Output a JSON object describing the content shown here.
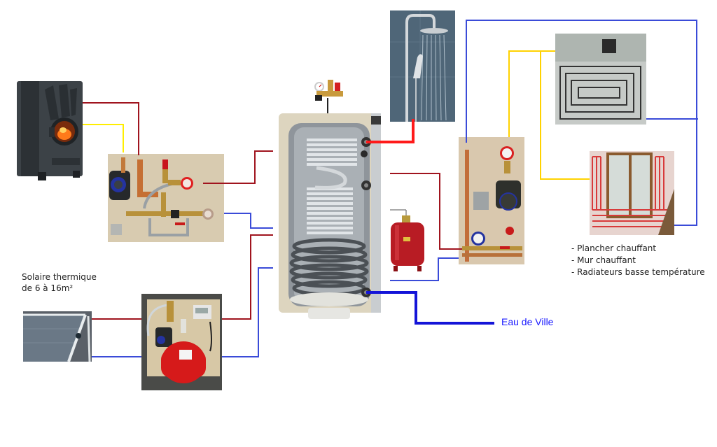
{
  "labels": {
    "solar": [
      "Solaire thermique",
      "de 6 à 16m²"
    ],
    "eau_de_ville": "Eau de Ville",
    "emitters": [
      "Plancher chauffant",
      "Mur chauffant",
      "Radiateurs basse température"
    ]
  },
  "components": [
    {
      "id": "wood-stove",
      "name": "Poêle bouilleur"
    },
    {
      "id": "stove-hydraulic-kit",
      "name": "Kit hydraulique poêle"
    },
    {
      "id": "solar-panel",
      "name": "Capteur solaire"
    },
    {
      "id": "solar-station",
      "name": "Station solaire avec vase d'expansion"
    },
    {
      "id": "storage-tank",
      "name": "Ballon de stockage"
    },
    {
      "id": "safety-group",
      "name": "Groupe de sécurité"
    },
    {
      "id": "shower",
      "name": "Douche"
    },
    {
      "id": "expansion-vessel",
      "name": "Vase d'expansion"
    },
    {
      "id": "heating-circuit-kit",
      "name": "Kit circuit chauffage"
    },
    {
      "id": "underfloor-heating",
      "name": "Plancher chauffant"
    },
    {
      "id": "wall-heating",
      "name": "Mur chauffant"
    }
  ],
  "colors": {
    "hot_pipe": "#a0141e",
    "cold_pipe": "#3a4bd8",
    "sanitary_hot": "#ff1a1a",
    "sanitary_cold": "#1414d8",
    "flow_yellow": "#ffd200",
    "stove_yellow": "#ffee00"
  }
}
